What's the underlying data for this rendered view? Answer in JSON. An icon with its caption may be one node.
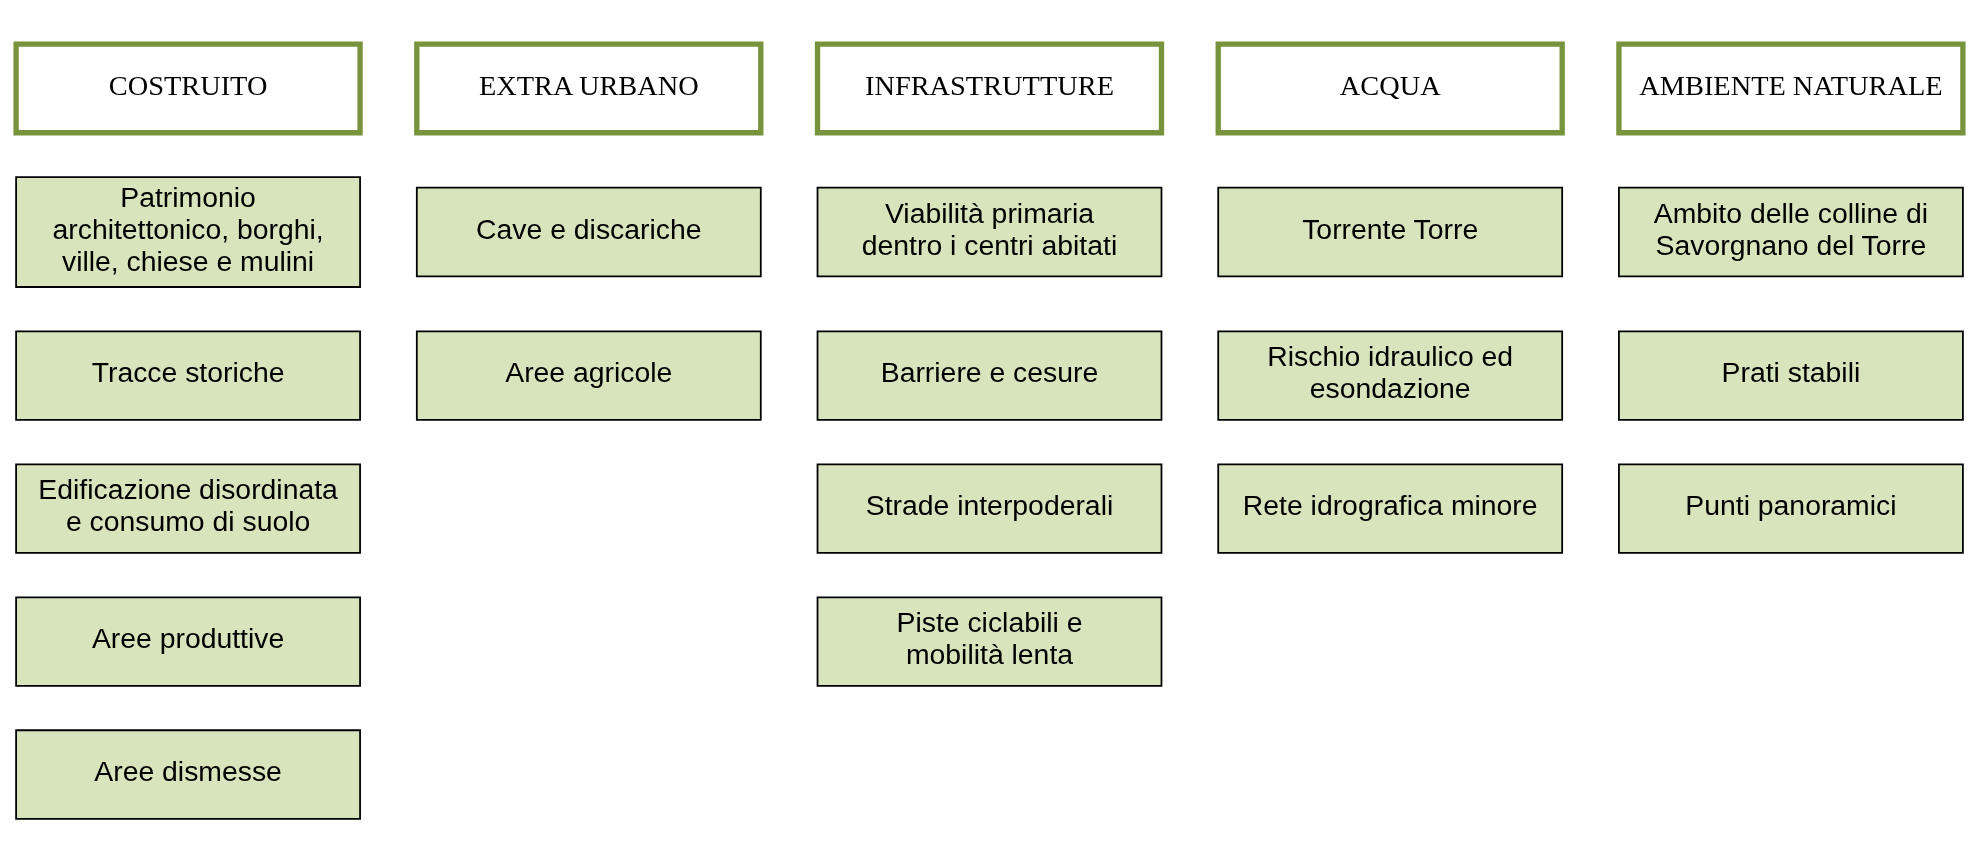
{
  "diagram": {
    "nodes": [
      {
        "text": [
          "COSTRUITO"
        ]
      },
      {
        "text": [
          "EXTRA URBANO"
        ]
      },
      {
        "text": [
          "INFRASTRUTTURE"
        ]
      },
      {
        "text": [
          "ACQUA"
        ]
      },
      {
        "text": [
          "AMBIENTE NATURALE"
        ]
      },
      {
        "text": [
          "Patrimonio architettonico, borghi, ville, chiese e mulini"
        ]
      },
      {
        "text": [
          "Tracce storiche"
        ]
      },
      {
        "text": [
          "Edificazione disordinata e consumo di suolo"
        ]
      },
      {
        "text": [
          "Aree produttive"
        ]
      },
      {
        "text": [
          "Aree dismesse"
        ]
      },
      {
        "text": [
          "Cave e discariche"
        ]
      },
      {
        "text": [
          "Aree agricole"
        ]
      },
      {
        "text": [
          "Viabilità primaria dentro i centri abitati"
        ]
      },
      {
        "text": [
          "Barriere e cesure"
        ]
      },
      {
        "text": [
          "Strade interpoderali"
        ]
      },
      {
        "text": [
          "Piste ciclabili e mobilità lenta"
        ]
      },
      {
        "text": [
          "Torrente Torre"
        ]
      },
      {
        "text": [
          "Rischio idraulico ed esondazione"
        ]
      },
      {
        "text": [
          "Rete idrografica minore"
        ]
      },
      {
        "text": [
          "Ambito delle colline di Savorgnano del Torre"
        ]
      },
      {
        "text": [
          "Prati stabili"
        ]
      },
      {
        "text": [
          "Punti panoramici"
        ]
      }
    ]
  }
}
